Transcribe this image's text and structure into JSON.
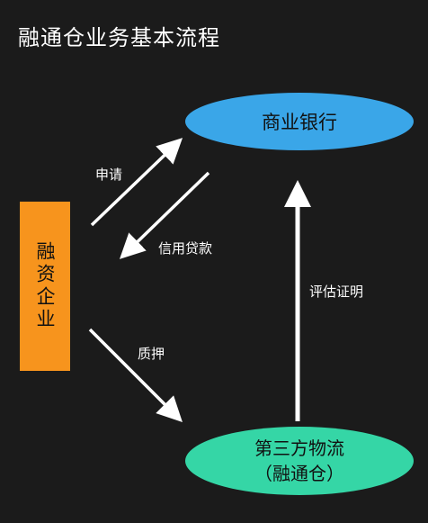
{
  "title": "融通仓业务基本流程",
  "nodes": {
    "bank": "商业银行",
    "enterprise": "融资企业",
    "logistics_line1": "第三方物流",
    "logistics_line2": "（融通仓）"
  },
  "edges": {
    "apply": "申请",
    "credit_loan": "信用贷款",
    "pledge": "质押",
    "evaluation": "评估证明"
  },
  "colors": {
    "background": "#1b1b1b",
    "bank": "#3aa6e8",
    "enterprise": "#f7941d",
    "logistics": "#35d6a6",
    "arrow": "#ffffff"
  }
}
